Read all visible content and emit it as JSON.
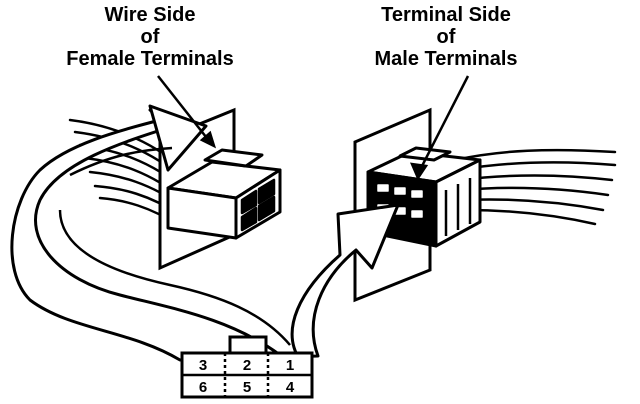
{
  "labels": {
    "left": {
      "line1": "Wire Side",
      "line2": "of",
      "line3": "Female Terminals"
    },
    "right": {
      "line1": "Terminal Side",
      "line2": "of",
      "line3": "Male Terminals"
    }
  },
  "pinout": {
    "top": [
      "3",
      "2",
      "1"
    ],
    "bottom": [
      "6",
      "5",
      "4"
    ]
  },
  "colors": {
    "ink": "#000000",
    "paper": "#ffffff"
  }
}
